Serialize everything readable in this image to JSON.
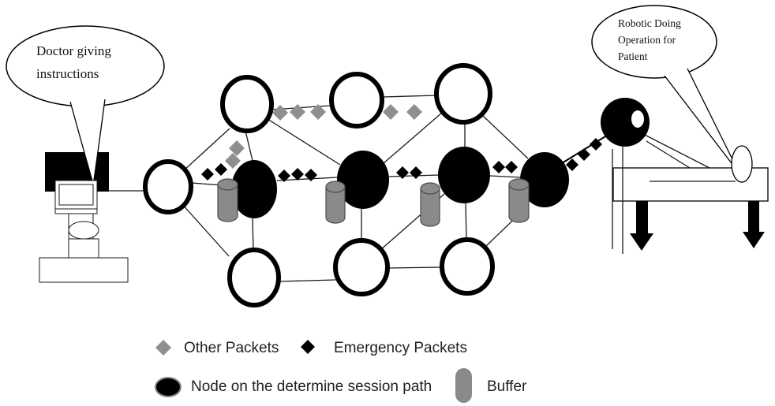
{
  "bubbles": {
    "doctor": {
      "lines": [
        "Doctor giving",
        "instructions"
      ]
    },
    "robot": {
      "lines": [
        "Robotic Doing",
        "Operation for",
        "Patient"
      ]
    }
  },
  "legend": {
    "other_packets": "Other Packets",
    "emergency_packets": "Emergency Packets",
    "session_node": "Node on the determine session path",
    "buffer": "Buffer"
  },
  "colors": {
    "other_packet": "#8f8f8f",
    "emergency_packet": "#000000",
    "session_node_fill": "#000000",
    "buffer_fill": "#8a8a8a",
    "line": "#1a1a1a",
    "background": "#ffffff"
  },
  "network": {
    "white_node_count": 7,
    "session_node_count": 4,
    "buffer_count": 4,
    "other_packet_count": 7,
    "emergency_packet_count": 13
  }
}
